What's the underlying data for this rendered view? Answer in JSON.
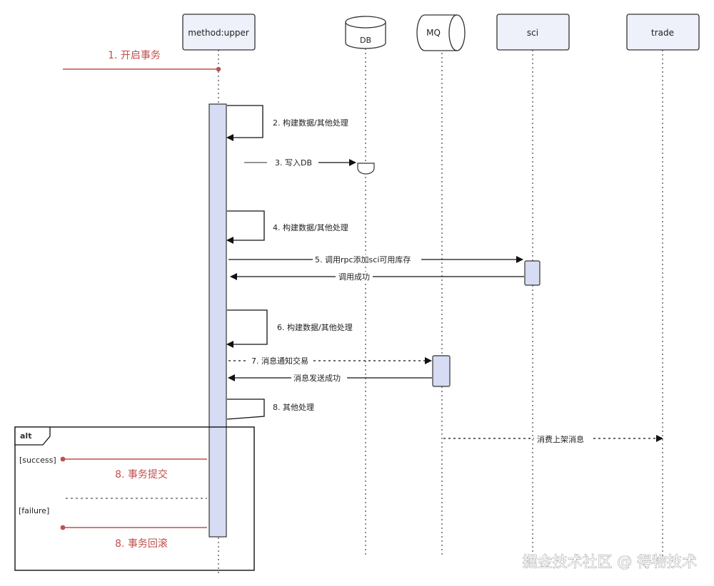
{
  "participants": {
    "method": "method:upper",
    "db": "DB",
    "mq": "MQ",
    "sci": "sci",
    "trade": "trade"
  },
  "messages": {
    "m1": "1. 开启事务",
    "m2": "2. 构建数据/其他处理",
    "m3": "3. 写入DB",
    "m4": "4. 构建数据/其他处理",
    "m5": "5. 调用rpc添加sci可用库存",
    "m5_reply": "调用成功",
    "m6": "6. 构建数据/其他处理",
    "m7": "7. 消息通知交易",
    "m7_reply": "消息发送成功",
    "m8": "8. 其他处理",
    "mq_trade": "消费上架消息"
  },
  "alt": {
    "tag": "alt",
    "guard_success": "[success]",
    "guard_failure": "[failure]",
    "commit": "8. 事务提交",
    "rollback": "8. 事务回滚"
  },
  "watermark": "掘金技术社区 @ 得物技术",
  "colors": {
    "activation_fill": "#d5dcf3",
    "box_fill": "#eef0fa",
    "red": "#c0504d"
  }
}
